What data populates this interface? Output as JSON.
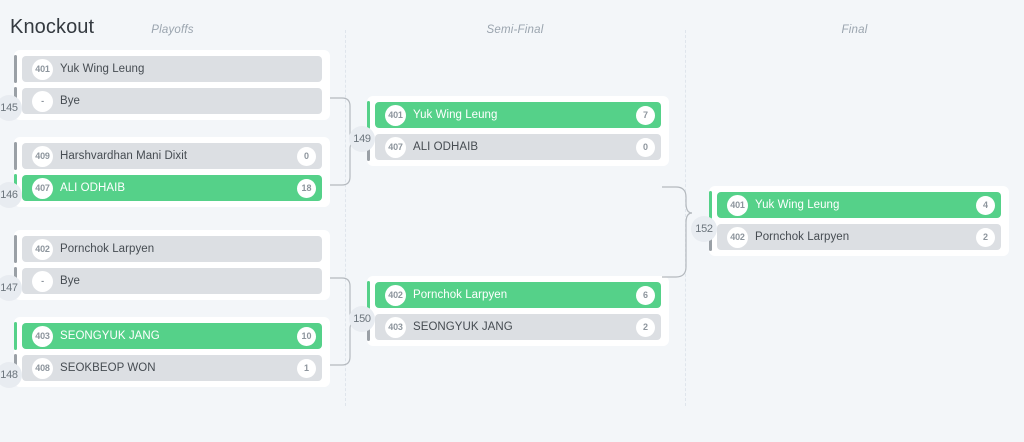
{
  "page": {
    "title": "Knockout",
    "background_color": "#f3f6f9",
    "winner_color": "#55d189",
    "row_color": "#dcdfe3",
    "card_color": "#ffffff",
    "muted_text_color": "#9aa4ae"
  },
  "rounds": [
    {
      "label": "Playoffs"
    },
    {
      "label": "Semi-Final"
    },
    {
      "label": "Final"
    }
  ],
  "matches": [
    {
      "number": "145",
      "round": 0,
      "participants": [
        {
          "seed": "401",
          "name": "Yuk Wing Leung",
          "score": "",
          "winner": false
        },
        {
          "seed": "-",
          "name": "Bye",
          "score": "",
          "winner": false
        }
      ]
    },
    {
      "number": "146",
      "round": 0,
      "participants": [
        {
          "seed": "409",
          "name": "Harshvardhan Mani Dixit",
          "score": "0",
          "winner": false
        },
        {
          "seed": "407",
          "name": "ALI ODHAIB",
          "score": "18",
          "winner": true
        }
      ]
    },
    {
      "number": "147",
      "round": 0,
      "participants": [
        {
          "seed": "402",
          "name": "Pornchok Larpyen",
          "score": "",
          "winner": false
        },
        {
          "seed": "-",
          "name": "Bye",
          "score": "",
          "winner": false
        }
      ]
    },
    {
      "number": "148",
      "round": 0,
      "participants": [
        {
          "seed": "403",
          "name": "SEONGYUK JANG",
          "score": "10",
          "winner": true
        },
        {
          "seed": "408",
          "name": "SEOKBEOP WON",
          "score": "1",
          "winner": false
        }
      ]
    },
    {
      "number": "149",
      "round": 1,
      "participants": [
        {
          "seed": "401",
          "name": "Yuk Wing Leung",
          "score": "7",
          "winner": true
        },
        {
          "seed": "407",
          "name": "ALI ODHAIB",
          "score": "0",
          "winner": false
        }
      ]
    },
    {
      "number": "150",
      "round": 1,
      "participants": [
        {
          "seed": "402",
          "name": "Pornchok Larpyen",
          "score": "6",
          "winner": true
        },
        {
          "seed": "403",
          "name": "SEONGYUK JANG",
          "score": "2",
          "winner": false
        }
      ]
    },
    {
      "number": "152",
      "round": 2,
      "participants": [
        {
          "seed": "401",
          "name": "Yuk Wing Leung",
          "score": "4",
          "winner": true
        },
        {
          "seed": "402",
          "name": "Pornchok Larpyen",
          "score": "2",
          "winner": false
        }
      ]
    }
  ]
}
